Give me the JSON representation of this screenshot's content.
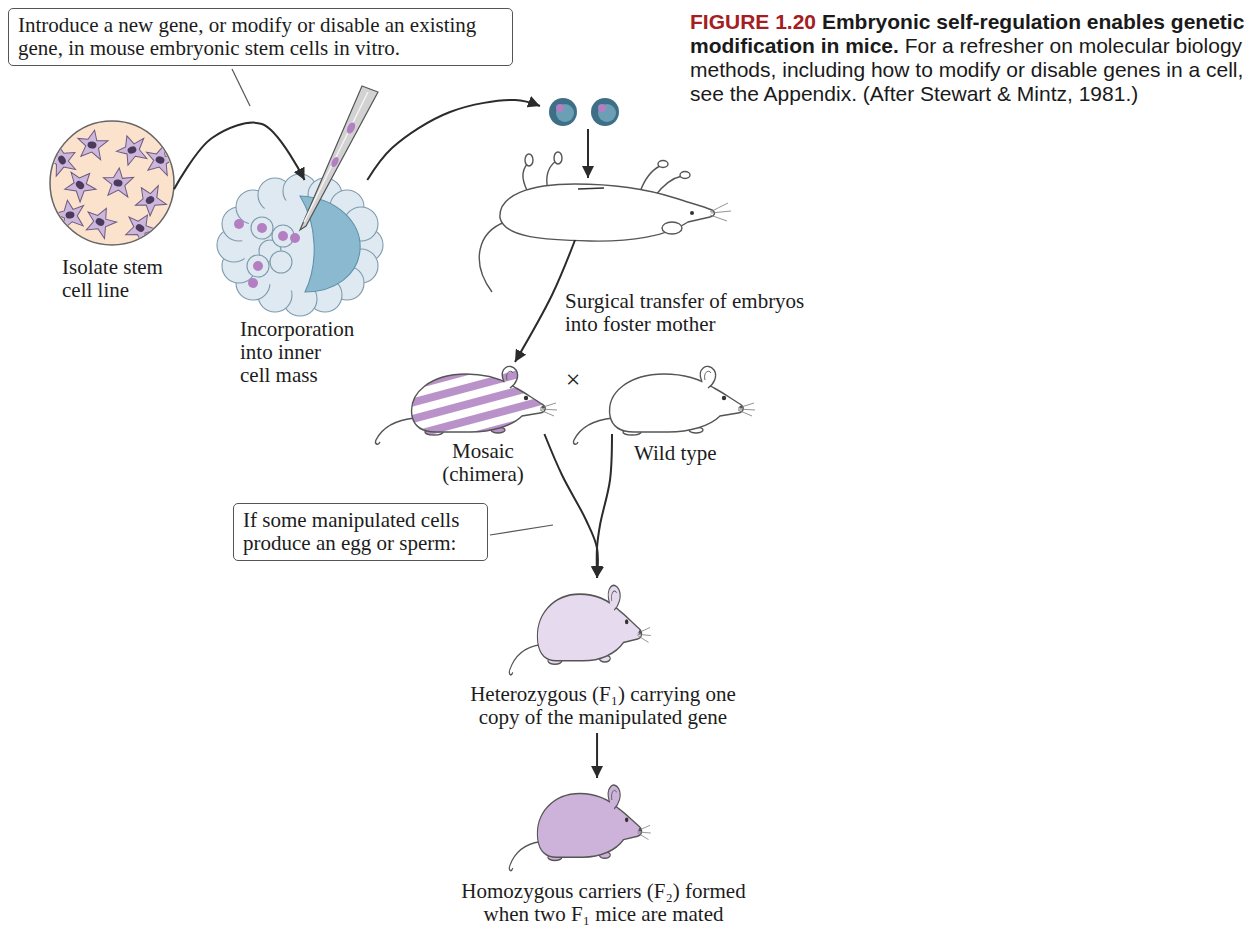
{
  "diagram": {
    "title": "Embryonic self-regulation enables genetic modification in mice.",
    "caption": "For a refresher on molecular biology methods, including how to modify or disable genes in a cell, see the Appendix. (After Stewart & Mintz, 1981.)",
    "nodes": [
      {
        "text": [
          "Introduce a new gene, or modify or disable an existing gene, in mouse embryonic stem cells in vitro."
        ]
      },
      {
        "text": [
          "Isolate stem cell line"
        ]
      },
      {
        "text": [
          "Incorporation into inner cell mass"
        ]
      },
      {
        "text": [
          "Surgical transfer of embryos into foster mother"
        ]
      },
      {
        "text": [
          "Mosaic (chimera)"
        ]
      },
      {
        "text": [
          "Wild type"
        ]
      },
      {
        "text": [
          "If some manipulated cells produce an egg or sperm:"
        ]
      },
      {
        "text": [
          "Heterozygous (F₁) carrying one copy of the manipulated gene"
        ]
      },
      {
        "text": [
          "Homozygous carriers (F₂) formed when two F₁ mice are mated"
        ]
      }
    ],
    "edges": [
      {
        "from": 1,
        "to": 2,
        "arrow": "to"
      },
      {
        "from": 2,
        "to": 3,
        "arrow": "to"
      },
      {
        "from": 3,
        "to": 4,
        "arrow": "to"
      },
      {
        "from": 4,
        "to": 7,
        "arrow": "to"
      },
      {
        "from": 5,
        "to": 7,
        "arrow": "to"
      },
      {
        "from": 7,
        "to": 8,
        "arrow": "to"
      }
    ],
    "labels": [
      "×",
      "FIGURE 1.20"
    ]
  }
}
